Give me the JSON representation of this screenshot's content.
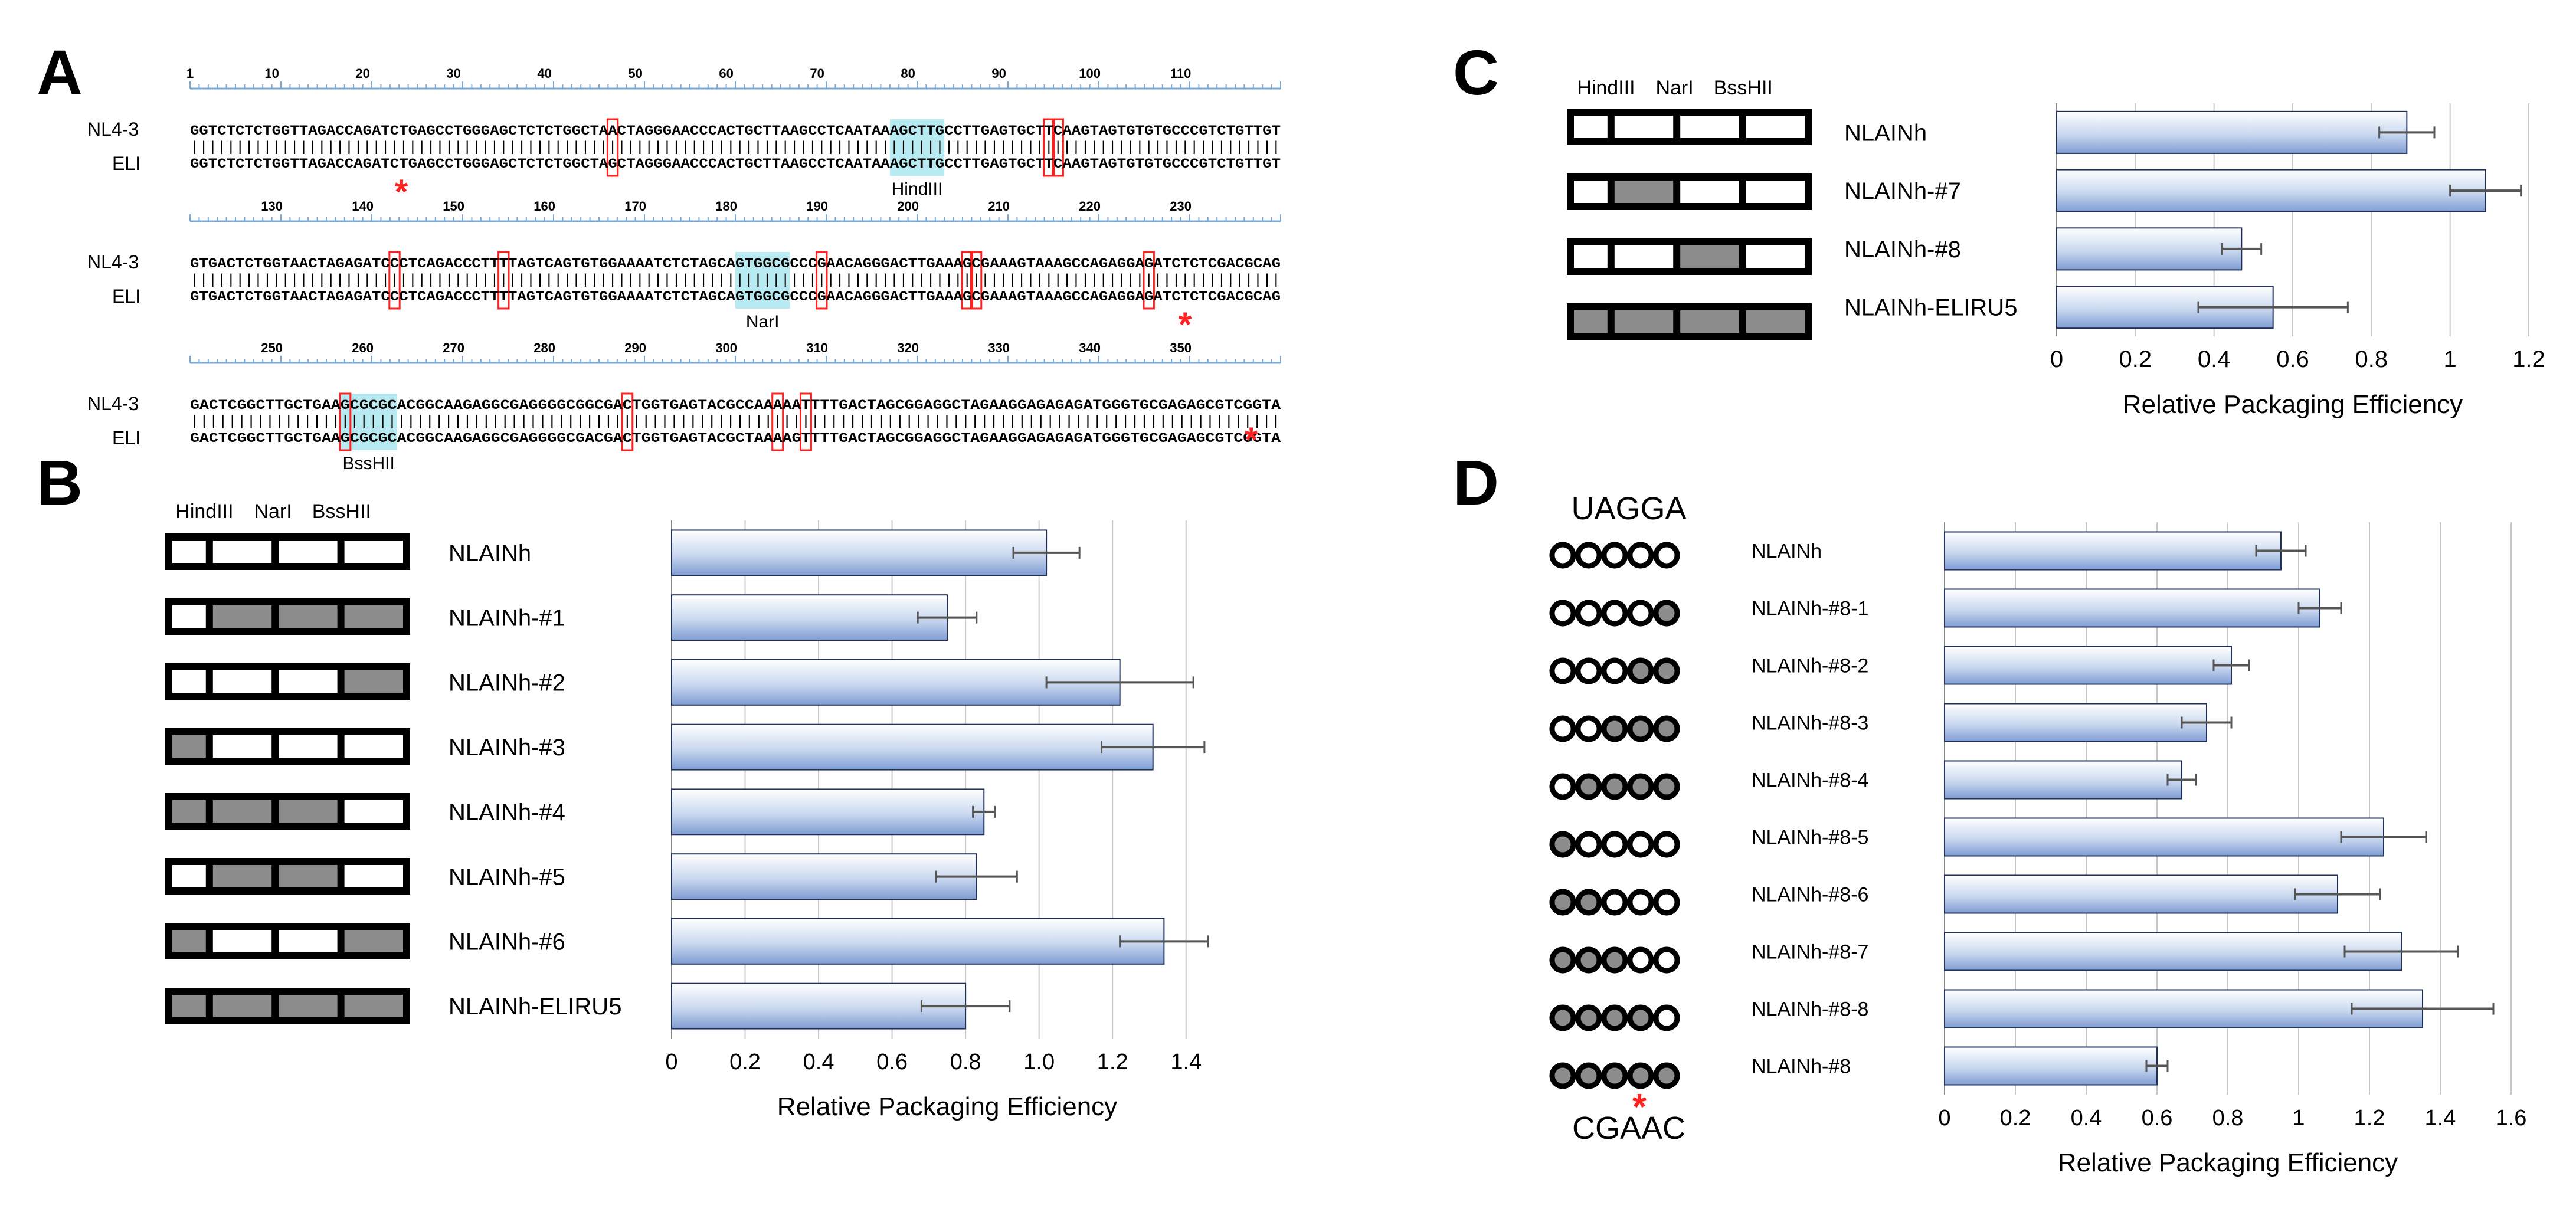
{
  "panels": {
    "A": {
      "letter": "A",
      "rows": [
        {
          "ruler_ticks": [
            "1",
            "10",
            "20",
            "30",
            "40",
            "50",
            "60",
            "70",
            "80",
            "90",
            "100",
            "110"
          ],
          "labels": [
            "NL4-3",
            "ELI"
          ],
          "seq_top": "GGTCTCTCTGGTTAGACCAGATCTGAGCCTGGGAGCTCTCTGGCTAACTAGGGAACCCACTGCTTAAGCCTCAATAAAGCTTGCCTTGAGTGCTTCAAGTAGTGTGTGCCCGTCTGTTGT",
          "seq_bot": "GGTCTCTCTGGTTAGACCAGATCTGAGCCTGGGAGCTCTCTGGCTAGCTAGGGAACCCACTGCTTAAGCCTCAATAAAGCTTGCCTTGAGTGCTTCAAGTAGTGTGTGCCCGTCTGTTGT",
          "site": "HindIII"
        },
        {
          "ruler_ticks": [
            "130",
            "140",
            "150",
            "160",
            "170",
            "180",
            "190",
            "200",
            "210",
            "220",
            "230"
          ],
          "labels": [
            "NL4-3",
            "ELI"
          ],
          "seq_top": "GTGACTCTGGTAACTAGAGATCCCTCAGACCCTTTTAGTCAGTGTGGAAAATCTCTAGCAGTGGCGCCCGAACAGGGACTTGAAAGCGAAAGTAAAGCCAGAGGAGATCTCTCGACGCAG",
          "seq_bot": "GTGACTCTGGTAACTAGAGATCCCTCAGACCCTTTTAGTCAGTGTGGAAAATCTCTAGCAGTGGCGCCCGAACAGGGACTTGAAAGCGAAAGTAAAGCCAGAGGAGATCTCTCGACGCAG",
          "site": "NarI"
        },
        {
          "ruler_ticks": [
            "250",
            "260",
            "270",
            "280",
            "290",
            "300",
            "310",
            "320",
            "330",
            "340",
            "350"
          ],
          "labels": [
            "NL4-3",
            "ELI"
          ],
          "seq_top": "GACTCGGCTTGCTGAAGCGCGCACGGCAAGAGGCGAGGGGCGGCGACTGGTGAGTACGCCAAAAATTTTGACTAGCGGAGGCTAGAAGGAGAGAGATGGGTGCGAGAGCGTCGGTA",
          "seq_bot": "GACTCGGCTTGCTGAAGCGCGCACGGCAAGAGGCGAGGGGCGACGACTGGTGAGTACGCTAAAAGTTTTGACTAGCGGAGGCTAGAAGGAGAGAGATGGGTGCGAGAGCGTCGGTA",
          "site": "BssHII"
        }
      ],
      "asterisk": "*"
    },
    "B": {
      "letter": "B",
      "header": [
        "HindIII",
        "NarI",
        "BssHII"
      ],
      "constructs": [
        "NLAINh",
        "NLAINh-#1",
        "NLAINh-#2",
        "NLAINh-#3",
        "NLAINh-#4",
        "NLAINh-#5",
        "NLAINh-#6",
        "NLAINh-ELIRU5"
      ],
      "segments": [
        [
          0,
          0,
          0,
          0
        ],
        [
          0,
          1,
          1,
          1
        ],
        [
          0,
          0,
          0,
          1
        ],
        [
          1,
          0,
          0,
          0
        ],
        [
          1,
          1,
          1,
          0
        ],
        [
          0,
          1,
          1,
          0
        ],
        [
          1,
          0,
          0,
          1
        ],
        [
          1,
          1,
          1,
          1
        ]
      ]
    },
    "C": {
      "letter": "C",
      "header": [
        "HindIII",
        "NarI",
        "BssHII"
      ],
      "constructs": [
        "NLAINh",
        "NLAINh-#7",
        "NLAINh-#8",
        "NLAINh-ELIRU5"
      ],
      "segments": [
        [
          0,
          0,
          0,
          0
        ],
        [
          0,
          1,
          0,
          0
        ],
        [
          0,
          0,
          1,
          0
        ],
        [
          1,
          1,
          1,
          1
        ]
      ]
    },
    "D": {
      "letter": "D",
      "top_label": "UAGGA",
      "bottom_label": "CGAAC",
      "asterisk": "*",
      "constructs": [
        "NLAINh",
        "NLAINh-#8-1",
        "NLAINh-#8-2",
        "NLAINh-#8-3",
        "NLAINh-#8-4",
        "NLAINh-#8-5",
        "NLAINh-#8-6",
        "NLAINh-#8-7",
        "NLAINh-#8-8",
        "NLAINh-#8"
      ],
      "circles": [
        [
          0,
          0,
          0,
          0,
          0
        ],
        [
          0,
          0,
          0,
          0,
          1
        ],
        [
          0,
          0,
          0,
          1,
          1
        ],
        [
          0,
          0,
          1,
          1,
          1
        ],
        [
          0,
          1,
          1,
          1,
          1
        ],
        [
          1,
          0,
          0,
          0,
          0
        ],
        [
          1,
          1,
          0,
          0,
          0
        ],
        [
          1,
          1,
          1,
          0,
          0
        ],
        [
          1,
          1,
          1,
          1,
          0
        ],
        [
          1,
          1,
          1,
          1,
          1
        ]
      ]
    }
  },
  "colors": {
    "grey": "#8c8c8c",
    "red": "#ff2020",
    "site_highlight": "#9fe4ec",
    "ruler": "#7aa9d6",
    "bar_edge": "#1f2f57"
  },
  "chart_data": [
    {
      "type": "bar",
      "orientation": "horizontal",
      "panel": "B",
      "categories": [
        "NLAINh",
        "NLAINh-#1",
        "NLAINh-#2",
        "NLAINh-#3",
        "NLAINh-#4",
        "NLAINh-#5",
        "NLAINh-#6",
        "NLAINh-ELIRU5"
      ],
      "values": [
        1.02,
        0.75,
        1.22,
        1.31,
        0.85,
        0.83,
        1.34,
        0.8
      ],
      "errors": [
        0.09,
        0.08,
        0.2,
        0.14,
        0.03,
        0.11,
        0.12,
        0.12
      ],
      "xlabel": "Relative Packaging Efficiency",
      "xlim": [
        0,
        1.5
      ],
      "ticks": [
        "0",
        "0.2",
        "0.4",
        "0.6",
        "0.8",
        "1.0",
        "1.2",
        "1.4"
      ],
      "grid": true
    },
    {
      "type": "bar",
      "orientation": "horizontal",
      "panel": "C",
      "categories": [
        "NLAINh",
        "NLAINh-#7",
        "NLAINh-#8",
        "NLAINh-ELIRU5"
      ],
      "values": [
        0.89,
        1.09,
        0.47,
        0.55
      ],
      "errors": [
        0.07,
        0.09,
        0.05,
        0.19
      ],
      "xlabel": "Relative Packaging Efficiency",
      "xlim": [
        0,
        1.2
      ],
      "ticks": [
        "0",
        "0.2",
        "0.4",
        "0.6",
        "0.8",
        "1",
        "1.2"
      ],
      "grid": true
    },
    {
      "type": "bar",
      "orientation": "horizontal",
      "panel": "D",
      "categories": [
        "NLAINh",
        "NLAINh-#8-1",
        "NLAINh-#8-2",
        "NLAINh-#8-3",
        "NLAINh-#8-4",
        "NLAINh-#8-5",
        "NLAINh-#8-6",
        "NLAINh-#8-7",
        "NLAINh-#8-8",
        "NLAINh-#8"
      ],
      "values": [
        0.95,
        1.06,
        0.81,
        0.74,
        0.67,
        1.24,
        1.11,
        1.29,
        1.35,
        0.6
      ],
      "errors": [
        0.07,
        0.06,
        0.05,
        0.07,
        0.04,
        0.12,
        0.12,
        0.16,
        0.2,
        0.03
      ],
      "xlabel": "Relative Packaging Efficiency",
      "xlim": [
        0,
        1.6
      ],
      "ticks": [
        "0",
        "0.2",
        "0.4",
        "0.6",
        "0.8",
        "1",
        "1.2",
        "1.4",
        "1.6"
      ],
      "grid": true
    }
  ]
}
